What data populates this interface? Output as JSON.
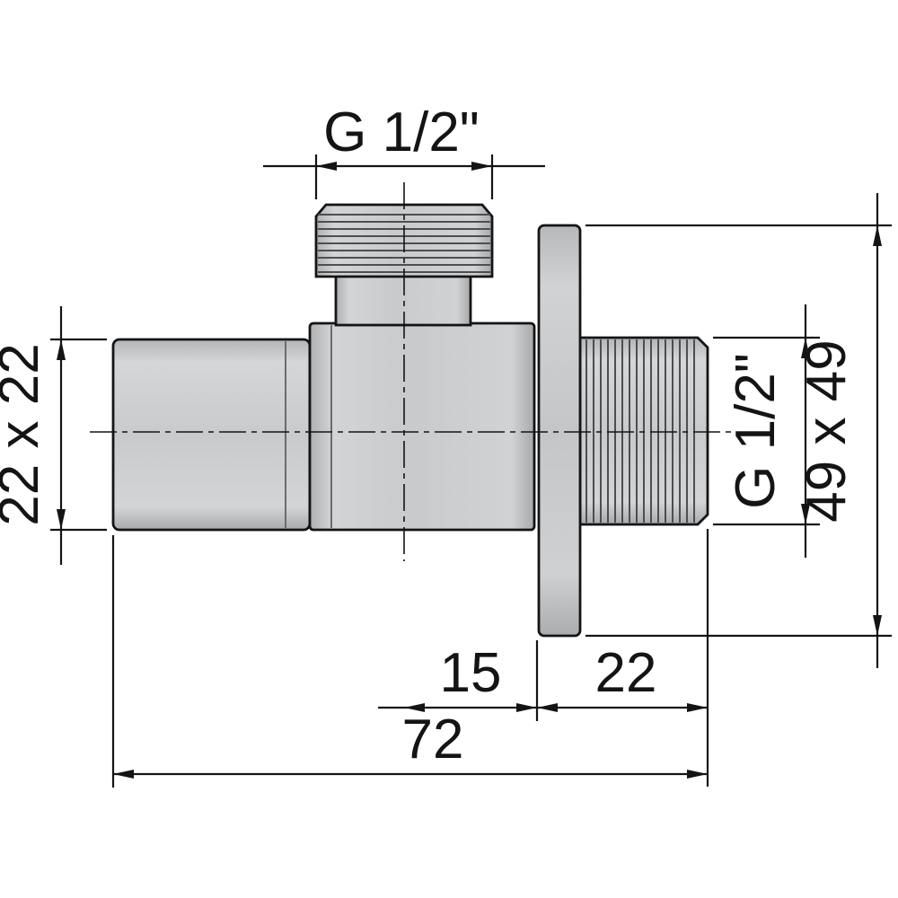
{
  "drawing": {
    "labels": {
      "top_thread": "G 1/2\"",
      "handle_section": "22 x 22",
      "outlet_thread": "G 1/2\"",
      "flange_size": "49 x 49",
      "axis_to_wall": "15",
      "wall_to_end": "22",
      "overall_length": "72"
    },
    "colors": {
      "background": "#ffffff",
      "line": "#141414",
      "metal_base": "#c8cacc",
      "metal_highlight": "#d4d6d8",
      "metal_shadow": "#a8aaac",
      "thread": "#4c4e50"
    }
  }
}
